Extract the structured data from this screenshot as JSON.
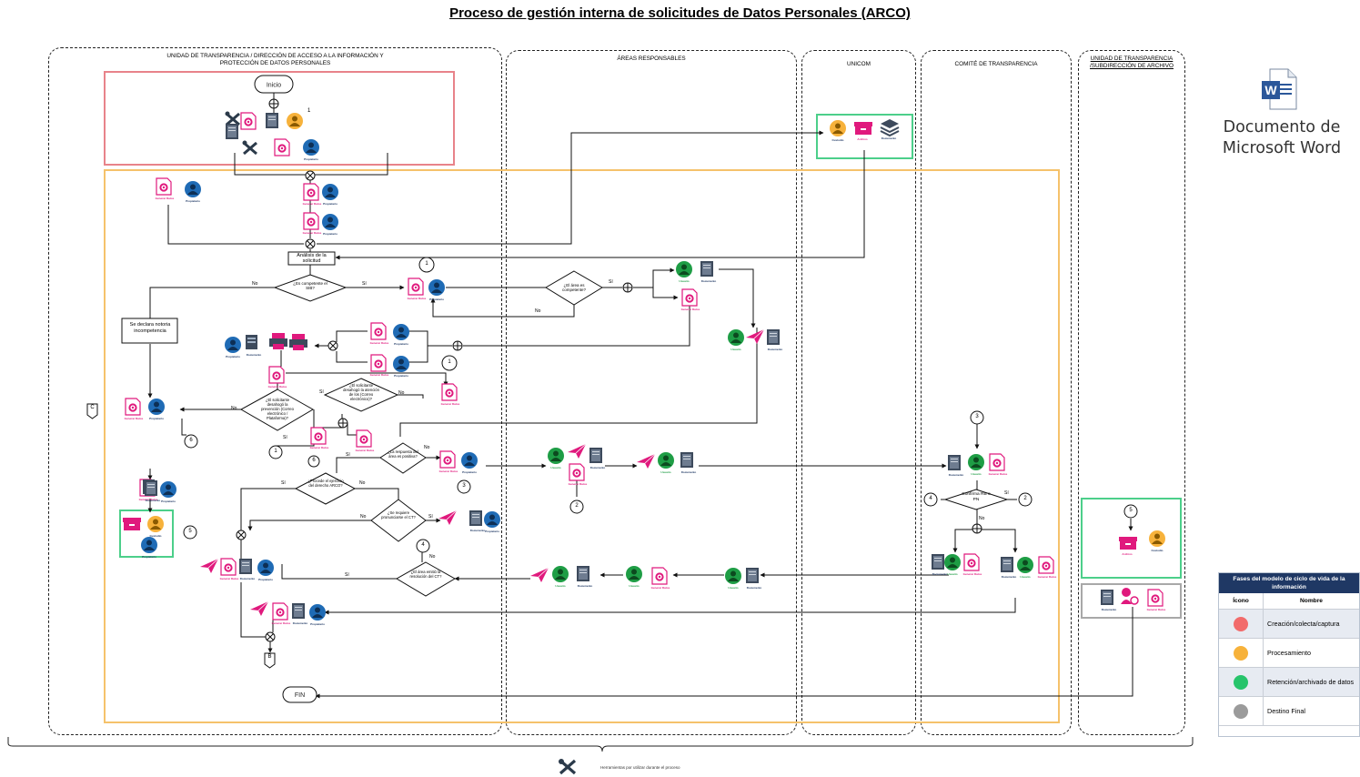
{
  "title": "Proceso de gestión interna de solicitudes de Datos Personales (ARCO)",
  "lanes": [
    {
      "title": "UNIDAD DE TRANSPARENCIA / DIRECCIÓN DE ACCESO A LA INFORMACIÓN Y PROTECCIÓN DE DATOS PERSONALES"
    },
    {
      "title": "ÁREAS RESPONSABLES"
    },
    {
      "title": "UNICOM"
    },
    {
      "title": "COMITÉ DE TRANSPARENCIA"
    },
    {
      "title": "UNIDAD DE TRANSPARENCIA /SUBDIRECCIÓN DE ARCHIVO"
    }
  ],
  "nodes": {
    "start": "Inicio",
    "end": "FIN",
    "analysis": "Análisis de la solicitud",
    "incompetence": "Se declara notoria incompetencia",
    "d_competent_ut": "¿Es competente el SIB?",
    "d_competent_area": "¿El área es competente?",
    "d_solicitor_prevention": "¿El solicitante desahogó la prevención (Correo electrónico / Plataforma)?",
    "d_extension": "¿El solicitante desahogó la atención de los (Correo electrónico)?",
    "d_response_area": "¿La respuesta del área es positiva?",
    "d_arco_proceeds": "¿Procede el ejercicio del derecho ARCO?",
    "d_requires_ct": "¿Se requiere pronunciarse el CT?",
    "d_area_resolution": "¿El área emitió la resolución del CT?",
    "d_ct_confirm": "Confirma RB o PN"
  },
  "decision_labels": {
    "yes": "Sí",
    "no": "No"
  },
  "connectors": [
    "1",
    "1",
    "1",
    "1",
    "2",
    "2",
    "3",
    "3",
    "4",
    "4",
    "5",
    "5",
    "6",
    "6"
  ],
  "offpage": {
    "c": "C",
    "b": "B"
  },
  "footnote_number": "1",
  "icon_labels": {
    "owner": "Propietario",
    "user": "Usuario",
    "document": "Documento",
    "generate": "Generar Datos",
    "custodian": "Custodio",
    "archive": "Archivo"
  },
  "bottom_note": "Herramientas por utilizar durante el proceso",
  "embedded_doc": {
    "label": "Documento de Microsoft Word",
    "icon": "word-document-icon"
  },
  "legend": {
    "header": "Fases del modelo de ciclo de vida de la información",
    "col_icon": "Ícono",
    "col_name": "Nombre",
    "rows": [
      {
        "name": "Creación/colecta/captura",
        "color": "#f26b6b"
      },
      {
        "name": "Procesamiento",
        "color": "#f7b23b"
      },
      {
        "name": "Retención/archivado de datos",
        "color": "#27c46b"
      },
      {
        "name": "Destino Final",
        "color": "#9b9b9b"
      }
    ]
  },
  "colors": {
    "creation_box": "#e8838a",
    "processing_box": "#f5c26b",
    "retention_box": "#4ccf8a",
    "final_box": "#a8a8a8",
    "magenta": "#e0197d",
    "blue_person": "#1f6bb5",
    "green_person": "#1e9d45",
    "dark_doc": "#3d4a5c"
  }
}
